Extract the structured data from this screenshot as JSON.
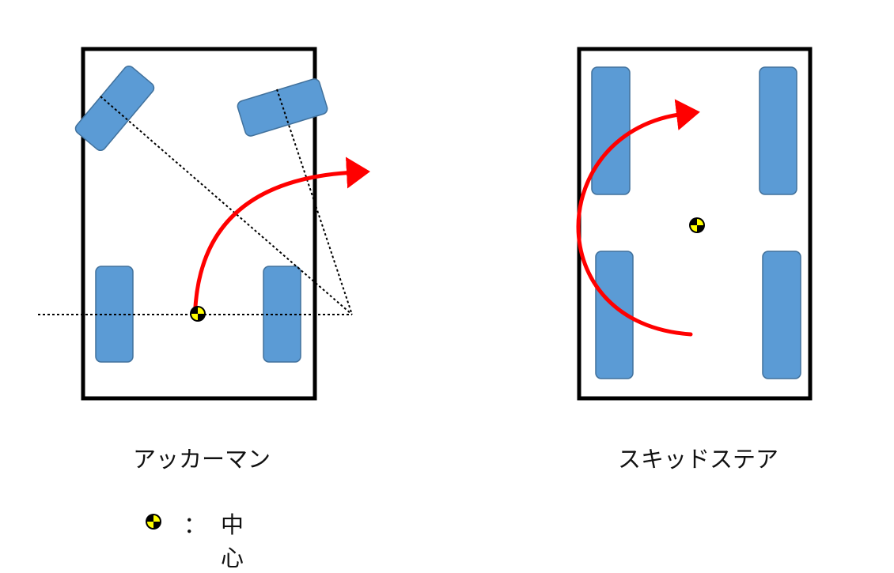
{
  "colors": {
    "body_outline": "#000000",
    "wheel_fill": "#5b9bd5",
    "wheel_stroke": "#41719c",
    "path_arrow": "#ff0000",
    "center_marker_yellow": "#ffff00",
    "center_marker_dark": "#000000",
    "guide_line": "#000000"
  },
  "icons": {
    "center_marker": "center-of-rotation-marker"
  },
  "captions": {
    "ackermann": "アッカーマン",
    "skid_steer": "スキッドステア"
  },
  "legend": {
    "separator": "：",
    "label": "中心"
  }
}
